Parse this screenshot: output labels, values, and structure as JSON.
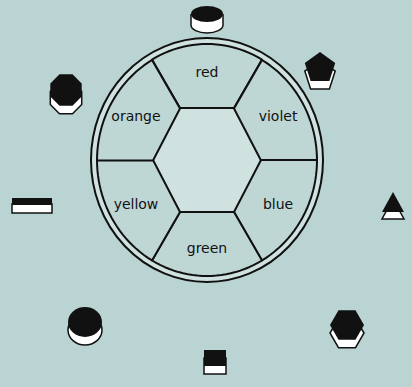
{
  "diagram": {
    "nodes": [
      {
        "text": [
          "red"
        ]
      },
      {
        "text": [
          "violet"
        ]
      },
      {
        "text": [
          "blue"
        ]
      },
      {
        "text": [
          "green"
        ]
      },
      {
        "text": [
          "yellow"
        ]
      },
      {
        "text": [
          "orange"
        ]
      }
    ]
  }
}
